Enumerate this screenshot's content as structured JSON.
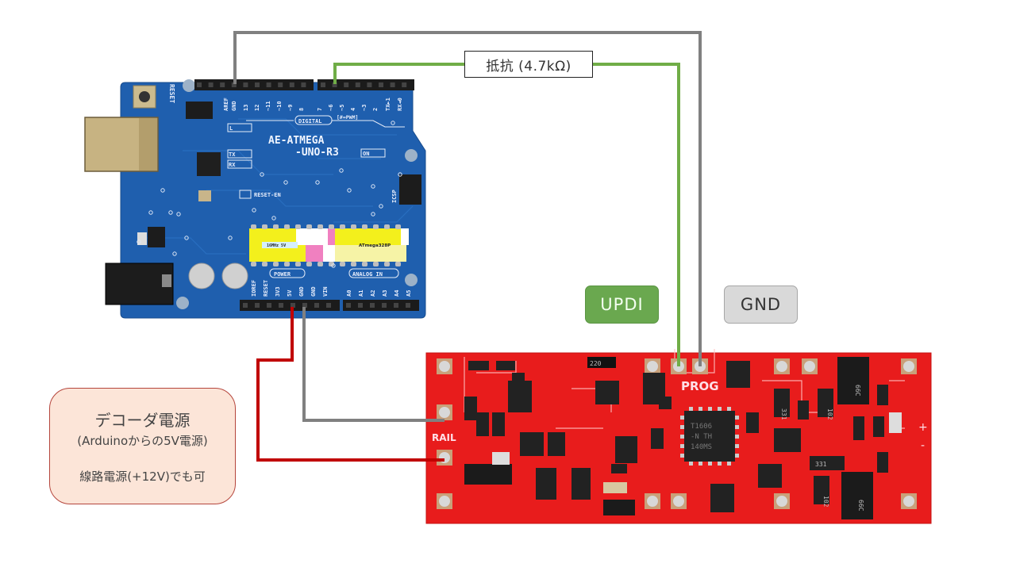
{
  "diagram": {
    "resistor_label": "抵抗 (4.7kΩ)",
    "tags": {
      "updi": "UPDI",
      "gnd": "GND"
    },
    "power_note": {
      "title": "デコーダ電源",
      "subtitle": "(Arduinoからの5V電源)",
      "alternative": "線路電源(+12V)でも可"
    },
    "colors": {
      "updi_wire": "#70ad47",
      "gnd_wire": "#808080",
      "power_wire": "#c00000",
      "arduino_pcb": "#1f5fae",
      "decoder_pcb": "#e81c1c",
      "updi_tag": "#6aa84f",
      "gnd_tag": "#d9d9d9",
      "note_fill": "#fce5d8",
      "note_border": "#b5453c"
    },
    "arduino": {
      "name_line1": "AE-ATMEGA",
      "name_line2": "-UNO-R3",
      "digital_label": "DIGITAL",
      "pwm_note": "[#=PWM]",
      "power_label": "POWER",
      "analog_label": "ANALOG IN",
      "reset_label": "RESET",
      "reset_en_label": "RESET-EN",
      "icsp_label": "ICSP",
      "on_label": "ON",
      "led_labels": [
        "L",
        "TX",
        "RX"
      ],
      "digital_pins": [
        "AREF",
        "GND",
        "13",
        "12",
        "~11",
        "~10",
        "~9",
        "8",
        "7",
        "~6",
        "~5",
        "4",
        "~3",
        "2",
        "TX►1",
        "RX◄0"
      ],
      "power_pins": [
        "IOREF",
        "RESET",
        "3V3",
        "5V",
        "GND",
        "GND",
        "VIN"
      ],
      "analog_pins": [
        "A0",
        "A1",
        "A2",
        "A3",
        "A4",
        "A5"
      ],
      "chip_label": "ATmega328P",
      "crystal_label": "16MHz 5V"
    },
    "decoder": {
      "prog_label": "PROG",
      "rail_label": "RAIL",
      "mcu_marking": [
        "T1606",
        "-N TH",
        "140MS"
      ],
      "component_markings": [
        "220",
        "331",
        "102",
        "331",
        "102",
        "66C",
        "66C"
      ]
    },
    "connections": [
      {
        "from": "Arduino GND (digital header)",
        "to": "Decoder PROG GND",
        "color": "gray"
      },
      {
        "from": "Arduino D6",
        "to": "Decoder PROG UPDI",
        "via": "抵抗 (4.7kΩ)",
        "color": "green"
      },
      {
        "from": "Arduino 5V",
        "to": "Decoder RAIL",
        "color": "red"
      },
      {
        "from": "Arduino GND (power header)",
        "to": "Decoder RAIL",
        "color": "gray"
      }
    ]
  }
}
